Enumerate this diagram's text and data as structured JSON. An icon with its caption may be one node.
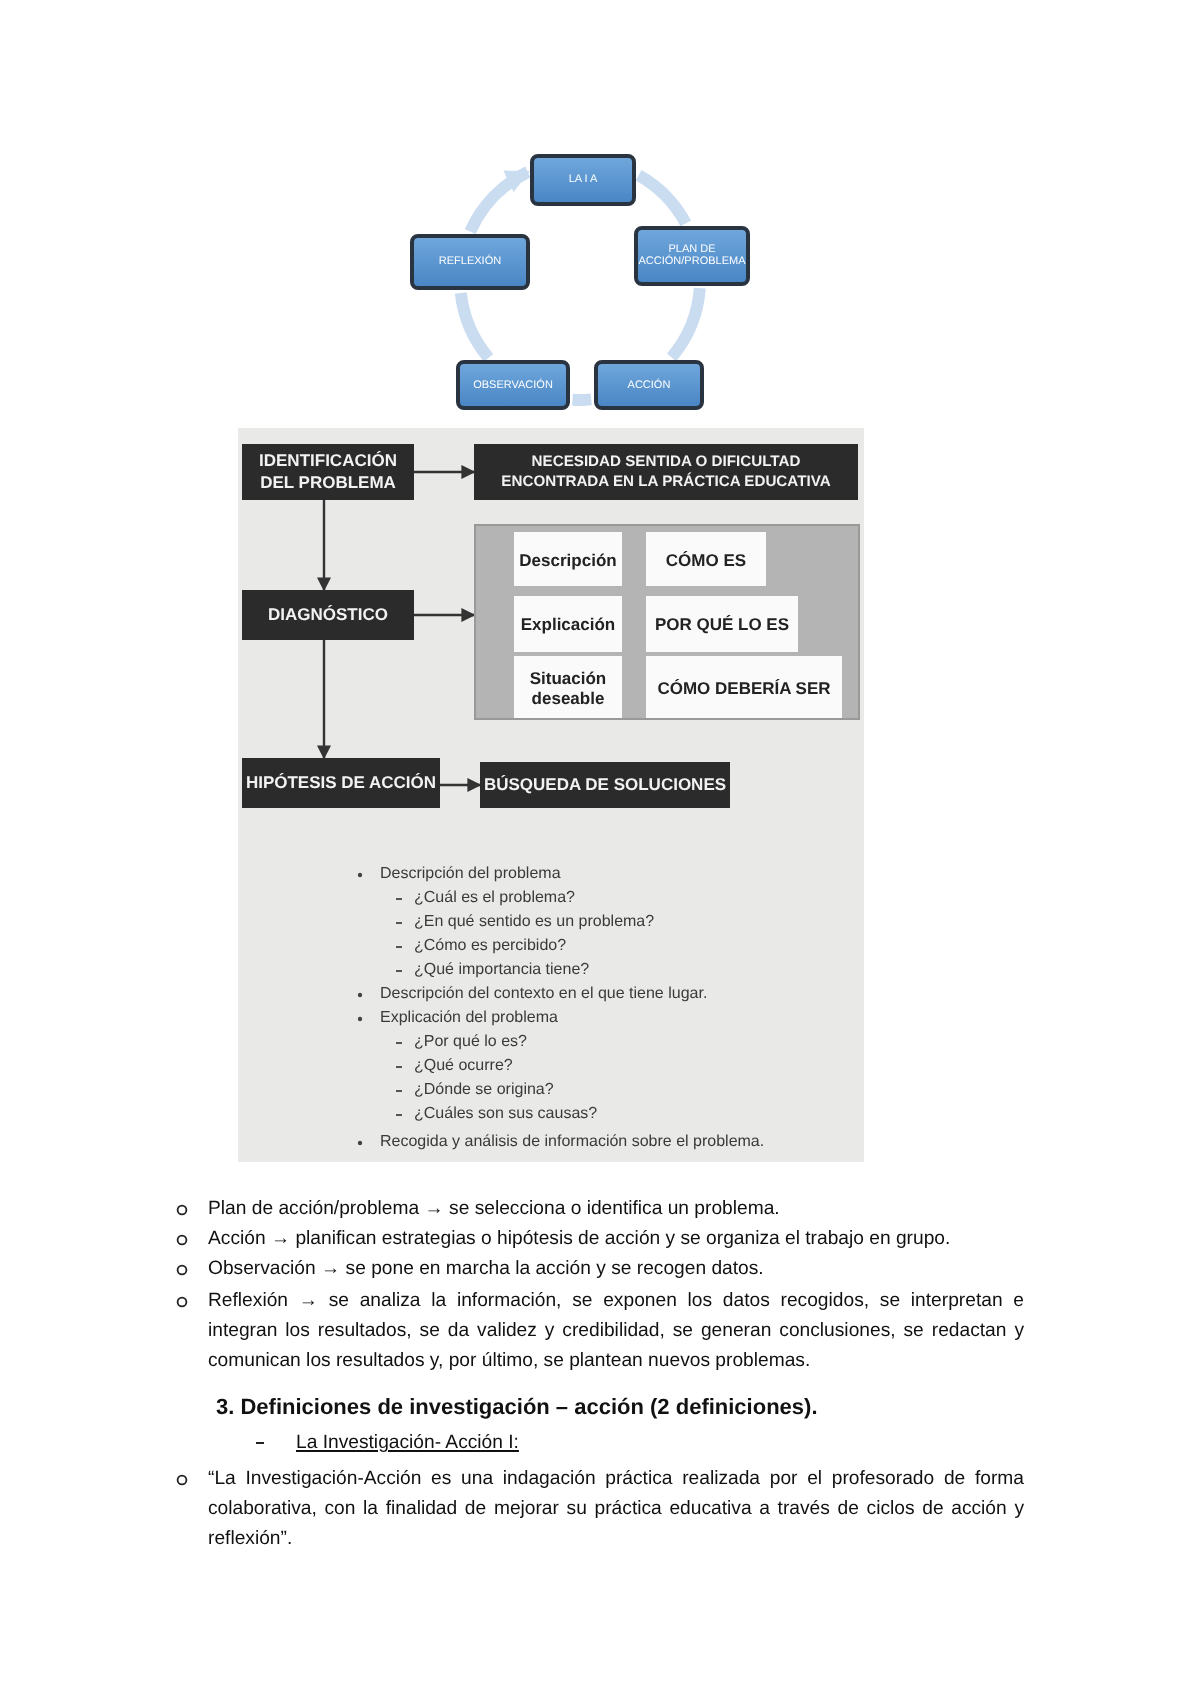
{
  "diagram": {
    "nodes": [
      {
        "text": [
          "LA I A"
        ]
      },
      {
        "text": [
          "PLAN DE ACCIÓN/PROBLEMA"
        ]
      },
      {
        "text": [
          "ACCIÓN"
        ]
      },
      {
        "text": [
          "OBSERVACIÓN"
        ]
      },
      {
        "text": [
          "REFLEXIÓN"
        ]
      },
      {
        "text": [
          "IDENTIFICACIÓN DEL PROBLEMA"
        ]
      },
      {
        "text": [
          "NECESIDAD SENTIDA O DIFICULTAD ENCONTRADA EN LA PRÁCTICA EDUCATIVA"
        ]
      },
      {
        "text": [
          "DIAGNÓSTICO"
        ]
      },
      {
        "text": [],
        "shape": "box"
      },
      {
        "text": [
          "Descripción"
        ],
        "in": 8
      },
      {
        "text": [
          "CÓMO ES"
        ],
        "in": 8
      },
      {
        "text": [
          "Explicación"
        ],
        "in": 8
      },
      {
        "text": [
          "POR QUÉ LO ES"
        ],
        "in": 8
      },
      {
        "text": [
          "Situación deseable"
        ],
        "in": 8
      },
      {
        "text": [
          "CÓMO DEBERÍA SER"
        ],
        "in": 8
      },
      {
        "text": [
          "HIPÓTESIS DE ACCIÓN"
        ]
      },
      {
        "text": [
          "BÚSQUEDA DE SOLUCIONES"
        ]
      }
    ],
    "edges": [
      {
        "from": 0,
        "to": 1,
        "arrow": "none",
        "style": "thick",
        "color": "#c9dcf0"
      },
      {
        "from": 1,
        "to": 2,
        "arrow": "none",
        "style": "thick",
        "color": "#c9dcf0"
      },
      {
        "from": 2,
        "to": 3,
        "arrow": "none",
        "style": "thick",
        "color": "#c9dcf0"
      },
      {
        "from": 3,
        "to": 4,
        "arrow": "none",
        "style": "thick",
        "color": "#c9dcf0"
      },
      {
        "from": 4,
        "to": 0,
        "arrow": "to",
        "style": "thick",
        "color": "#c9dcf0"
      },
      {
        "from": 5,
        "to": 6,
        "arrow": "to",
        "color": "#333333"
      },
      {
        "from": 5,
        "to": 7,
        "arrow": "to",
        "color": "#333333"
      },
      {
        "from": 7,
        "to": 8,
        "arrow": "to",
        "color": "#333333"
      },
      {
        "from": 7,
        "to": 15,
        "arrow": "to",
        "color": "#333333"
      },
      {
        "from": 15,
        "to": 16,
        "arrow": "to",
        "color": "#333333"
      }
    ],
    "labels": [
      "Descripción del problema",
      "¿Cuál es el problema?",
      "¿En qué sentido es un problema?",
      "¿Cómo es percibido?",
      "¿Qué importancia tiene?",
      "Descripción del contexto en el que tiene lugar.",
      "Explicación del problema",
      "¿Por qué lo es?",
      "¿Qué ocurre?",
      "¿Dónde se origina?",
      "¿Cuáles son sus causas?",
      "Recogida y análisis de información sobre el problema.",
      "Plan de acción/problema → se selecciona o identifica un problema.",
      "Acción → planifican estrategias o hipótesis de acción y se organiza el trabajo en grupo.",
      "Observación → se pone en marcha la acción y se recogen datos.",
      "Reflexión → se analiza la información, se exponen los datos recogidos, se interpretan e integran los resultados, se da validez y credibilidad, se generan conclusiones, se redactan y comunican los resultados y, por último, se plantean nuevos problemas.",
      "3. Definiciones de investigación – acción (2 definiciones).",
      "La Investigación- Acción I:",
      "“La Investigación-Acción es una indagación práctica realizada por el profesorado de forma colaborativa, con la finalidad de mejorar su práctica educativa a través de ciclos de acción y reflexión”."
    ]
  }
}
